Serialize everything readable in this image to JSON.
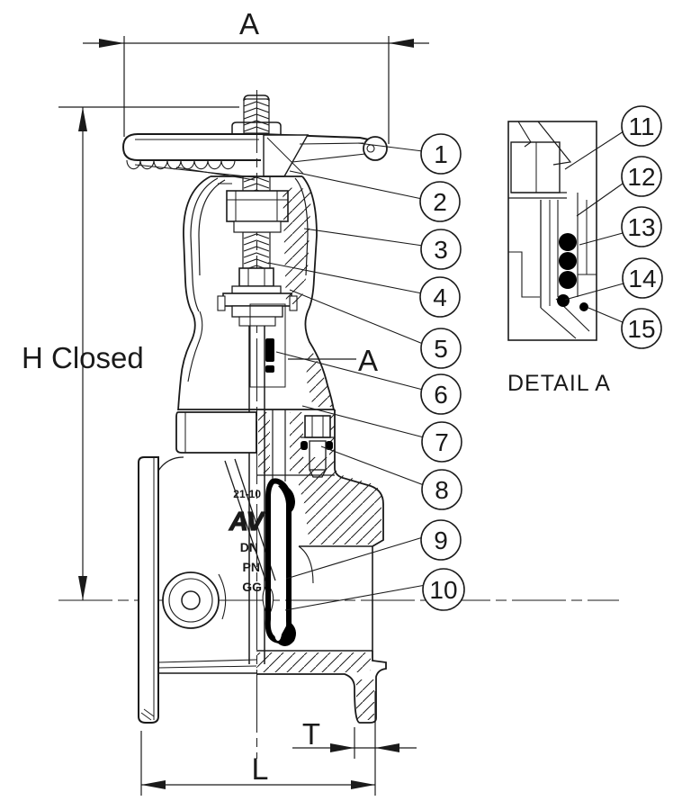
{
  "drawing_labels": {
    "dim_a": "A",
    "dim_h": "H Closed",
    "dim_t": "T",
    "dim_l": "L",
    "detail_pointer": "A",
    "detail_caption": "DETAIL A"
  },
  "callouts": {
    "main": [
      "1",
      "2",
      "3",
      "4",
      "5",
      "6",
      "7",
      "8",
      "9",
      "10"
    ],
    "detail": [
      "11",
      "12",
      "13",
      "14",
      "15"
    ]
  },
  "body_markings": {
    "line1": "21-10",
    "logo": "AV",
    "line2": "DN",
    "line3": "PN",
    "line4": "GG"
  },
  "colors": {
    "line": "#1a1a1a",
    "background": "#ffffff",
    "seal_fill": "#000000"
  }
}
